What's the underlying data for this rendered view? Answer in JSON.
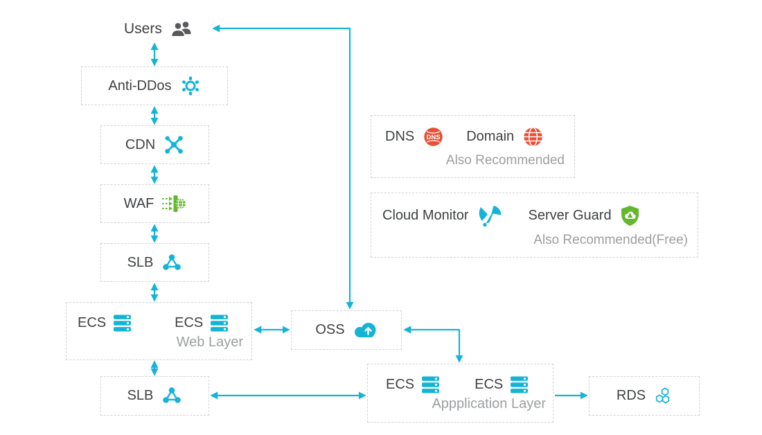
{
  "colors": {
    "accent_cyan": "#14b4d6",
    "icon_red": "#e84f35",
    "icon_green": "#65b72f",
    "text_dark": "#3e4042",
    "text_muted": "#9b9ea0",
    "box_border": "#cfd2d4",
    "users_icon_gray": "#58595b"
  },
  "nodes": {
    "users": {
      "label": "Users",
      "icon": "users-icon"
    },
    "anti_ddos": {
      "label": "Anti-DDos",
      "icon": "anti-ddos-gear-icon"
    },
    "cdn": {
      "label": "CDN",
      "icon": "cdn-nodes-icon"
    },
    "waf": {
      "label": "WAF",
      "icon": "waf-firewall-icon"
    },
    "slb_web": {
      "label": "SLB",
      "icon": "slb-balancer-icon"
    },
    "web_layer": {
      "ecs1": "ECS",
      "ecs2": "ECS",
      "sublabel": "Web Layer",
      "icon": "ecs-server-icon"
    },
    "oss": {
      "label": "OSS",
      "icon": "oss-cloud-upload-icon"
    },
    "slb_app": {
      "label": "SLB",
      "icon": "slb-balancer-icon"
    },
    "app_layer": {
      "ecs1": "ECS",
      "ecs2": "ECS",
      "sublabel": "Appplication Layer",
      "icon": "ecs-server-icon"
    },
    "rds": {
      "label": "RDS",
      "icon": "rds-hexagons-icon"
    }
  },
  "panels": {
    "dns_domain": {
      "dns": "DNS",
      "dns_icon_text": "DNS",
      "domain": "Domain",
      "note": "Also Recommended"
    },
    "monitoring": {
      "cloud_monitor": "Cloud Monitor",
      "server_guard": "Server Guard",
      "note": "Also Recommended(Free)"
    }
  }
}
